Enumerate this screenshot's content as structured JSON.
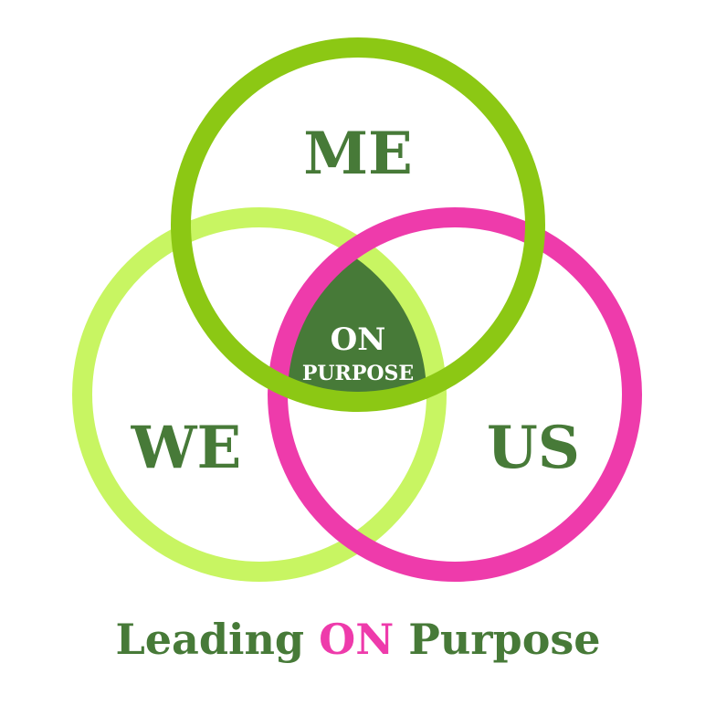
{
  "colors": {
    "me_ring": "#8cc814",
    "we_ring": "#c8f562",
    "us_ring": "#ee3bab",
    "label_text": "#477a38",
    "center_fill": "#477a38",
    "center_text": "#ffffff",
    "tagline_green": "#477a38",
    "tagline_pink": "#ee3bab"
  },
  "circles": {
    "me": {
      "label": "ME"
    },
    "we": {
      "label": "WE"
    },
    "us": {
      "label": "US"
    }
  },
  "center": {
    "line1": "ON",
    "line2": "PURPOSE"
  },
  "tagline": {
    "part1": "Leading ",
    "part2": "ON",
    "part3": " Purpose"
  }
}
